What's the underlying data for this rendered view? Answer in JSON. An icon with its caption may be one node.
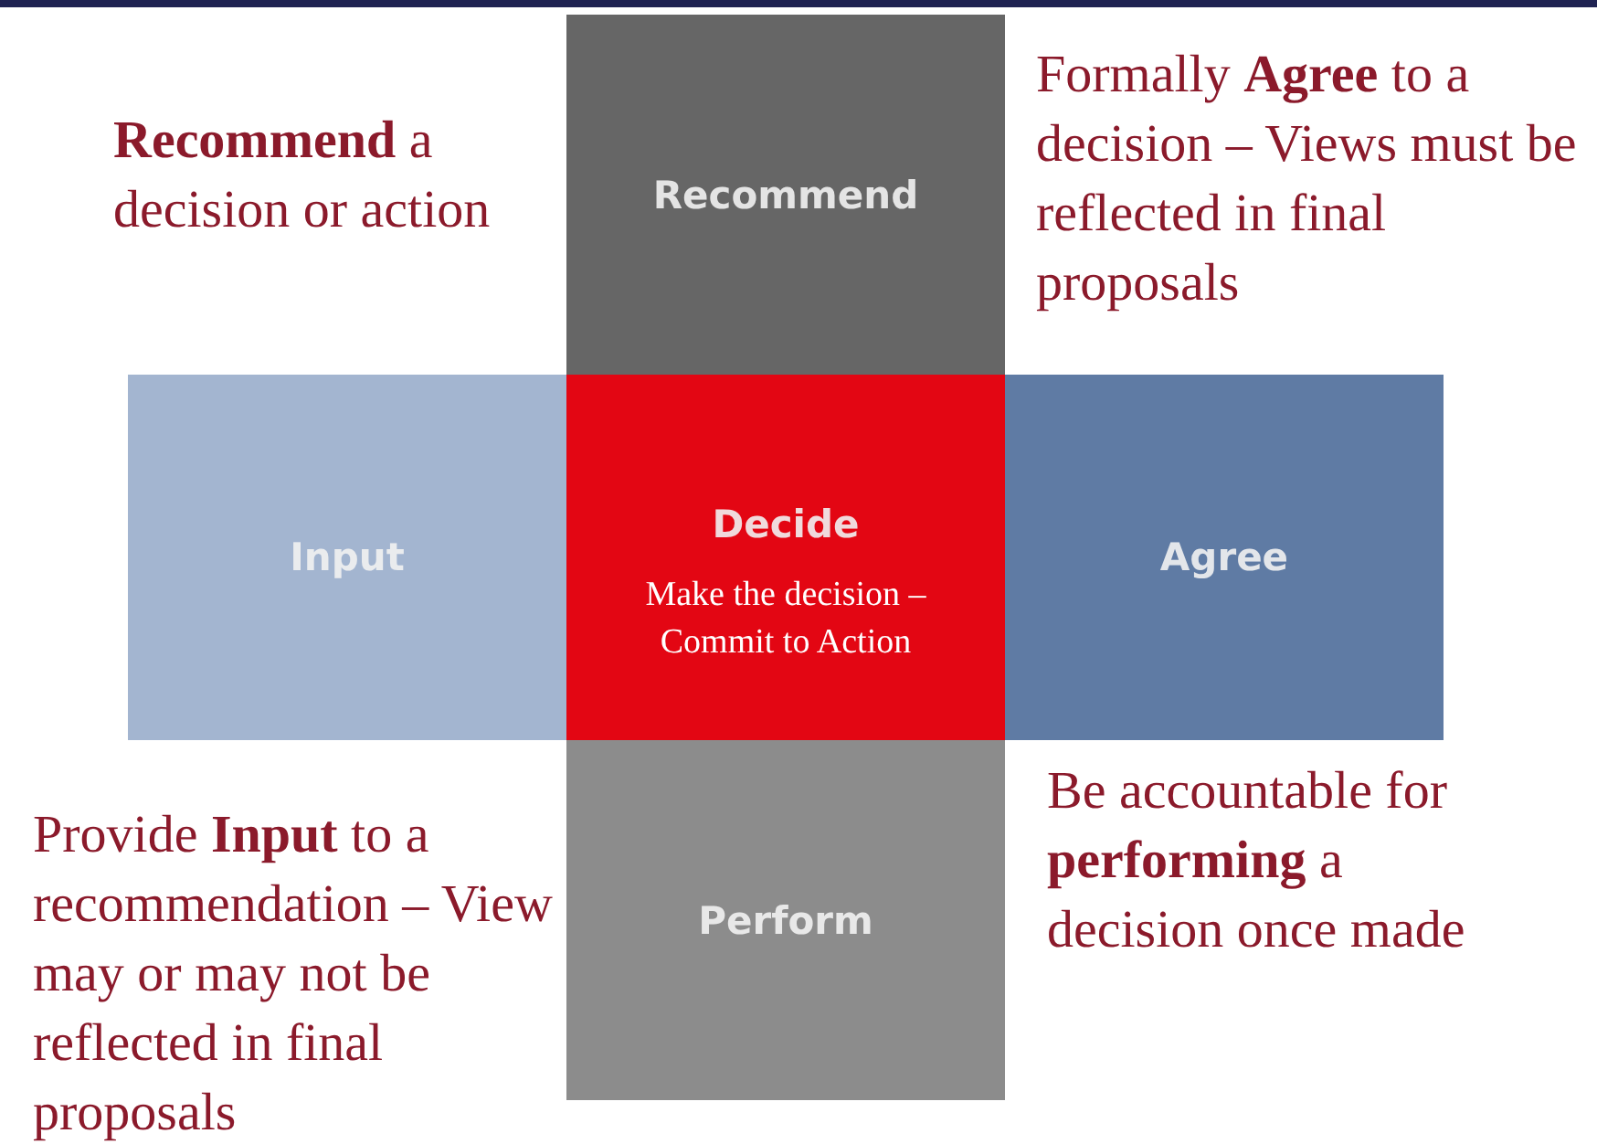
{
  "diagram": {
    "nodes": [
      {
        "text": [
          "Recommend"
        ]
      },
      {
        "text": [
          "Input"
        ]
      },
      {
        "text": [
          "Decide",
          "Make the decision – Commit to Action"
        ]
      },
      {
        "text": [
          "Agree"
        ]
      },
      {
        "text": [
          "Perform"
        ]
      }
    ],
    "labels": [
      "**Recommend** a decision or action",
      "Formally **Agree** to a decision – Views must be reflected in final proposals",
      "Provide **Input** to a recommendation – View may or may not be reflected in final proposals",
      "Be accountable for **performing** a decision once made"
    ]
  }
}
